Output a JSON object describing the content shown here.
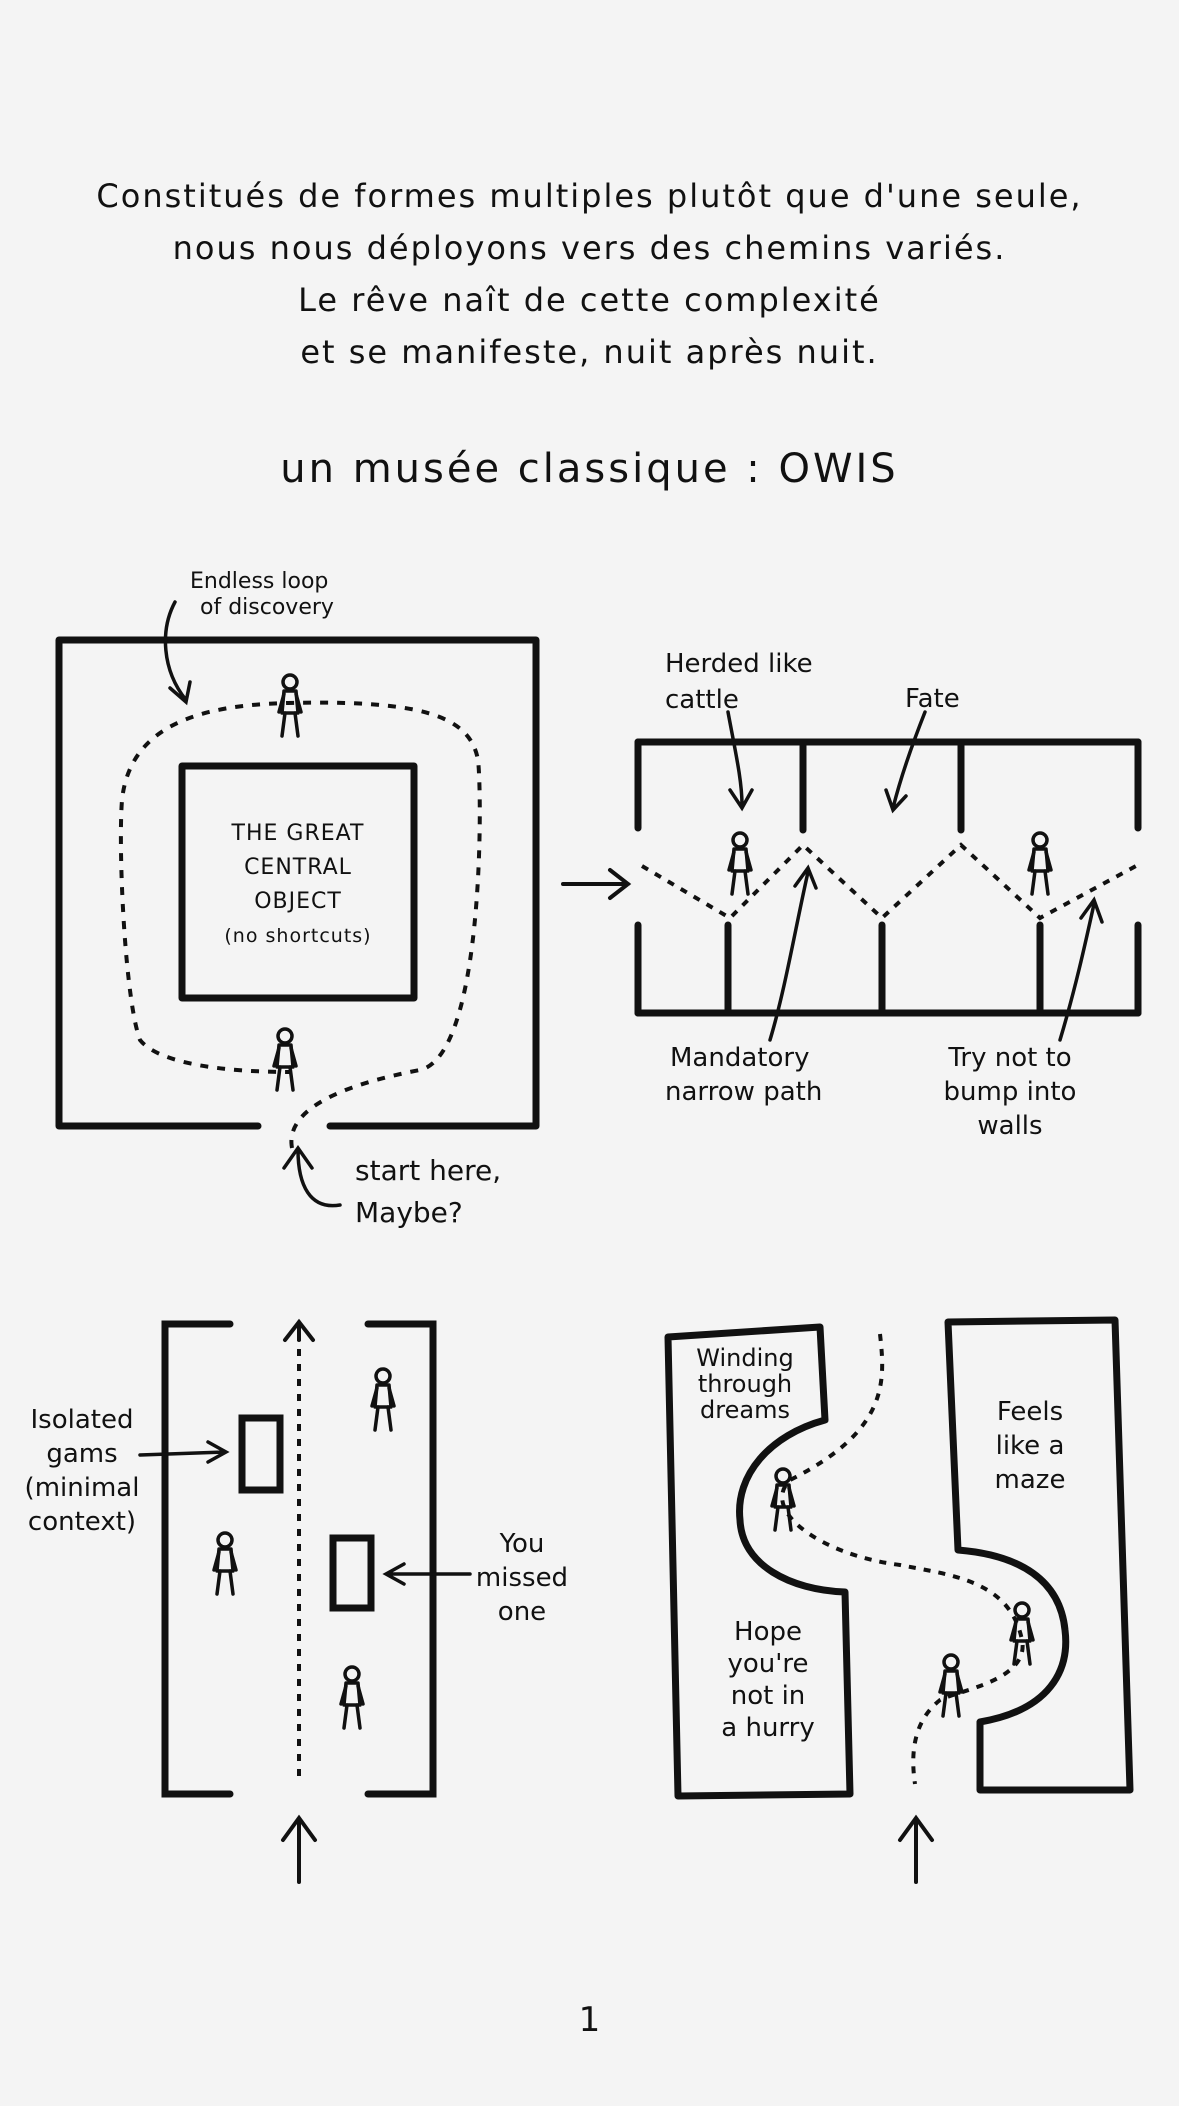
{
  "intro": {
    "lines": [
      "Constitués de formes multiples plutôt que d'une seule,",
      "nous nous déployons vers des chemins variés.",
      "Le rêve naît de cette complexité",
      "et se manifeste, nuit après nuit."
    ]
  },
  "subtitle": "un musée classique : OWIS",
  "panel1": {
    "loop_label": [
      "Endless loop",
      "of discovery"
    ],
    "center_object": [
      "THE GREAT",
      "CENTRAL",
      "OBJECT",
      "(no shortcuts)"
    ],
    "start_label": [
      "start here,",
      "Maybe?"
    ]
  },
  "panel2": {
    "herded_label": [
      "Herded like",
      "cattle"
    ],
    "fate_label": "Fate",
    "mandatory_label": [
      "Mandatory",
      "narrow path"
    ],
    "walls_label": [
      "Try not to",
      "bump into",
      "walls"
    ]
  },
  "panel3": {
    "isolated_label": [
      "Isolated",
      "gams",
      "(minimal",
      "context)"
    ],
    "missed_label": [
      "You",
      "missed",
      "one"
    ]
  },
  "panel4": {
    "winding_label": [
      "Winding",
      "through",
      "dreams"
    ],
    "maze_label": [
      "Feels",
      "like a",
      "maze"
    ],
    "hurry_label": [
      "Hope",
      "you're",
      "not in",
      "a hurry"
    ]
  },
  "page_number": "1"
}
